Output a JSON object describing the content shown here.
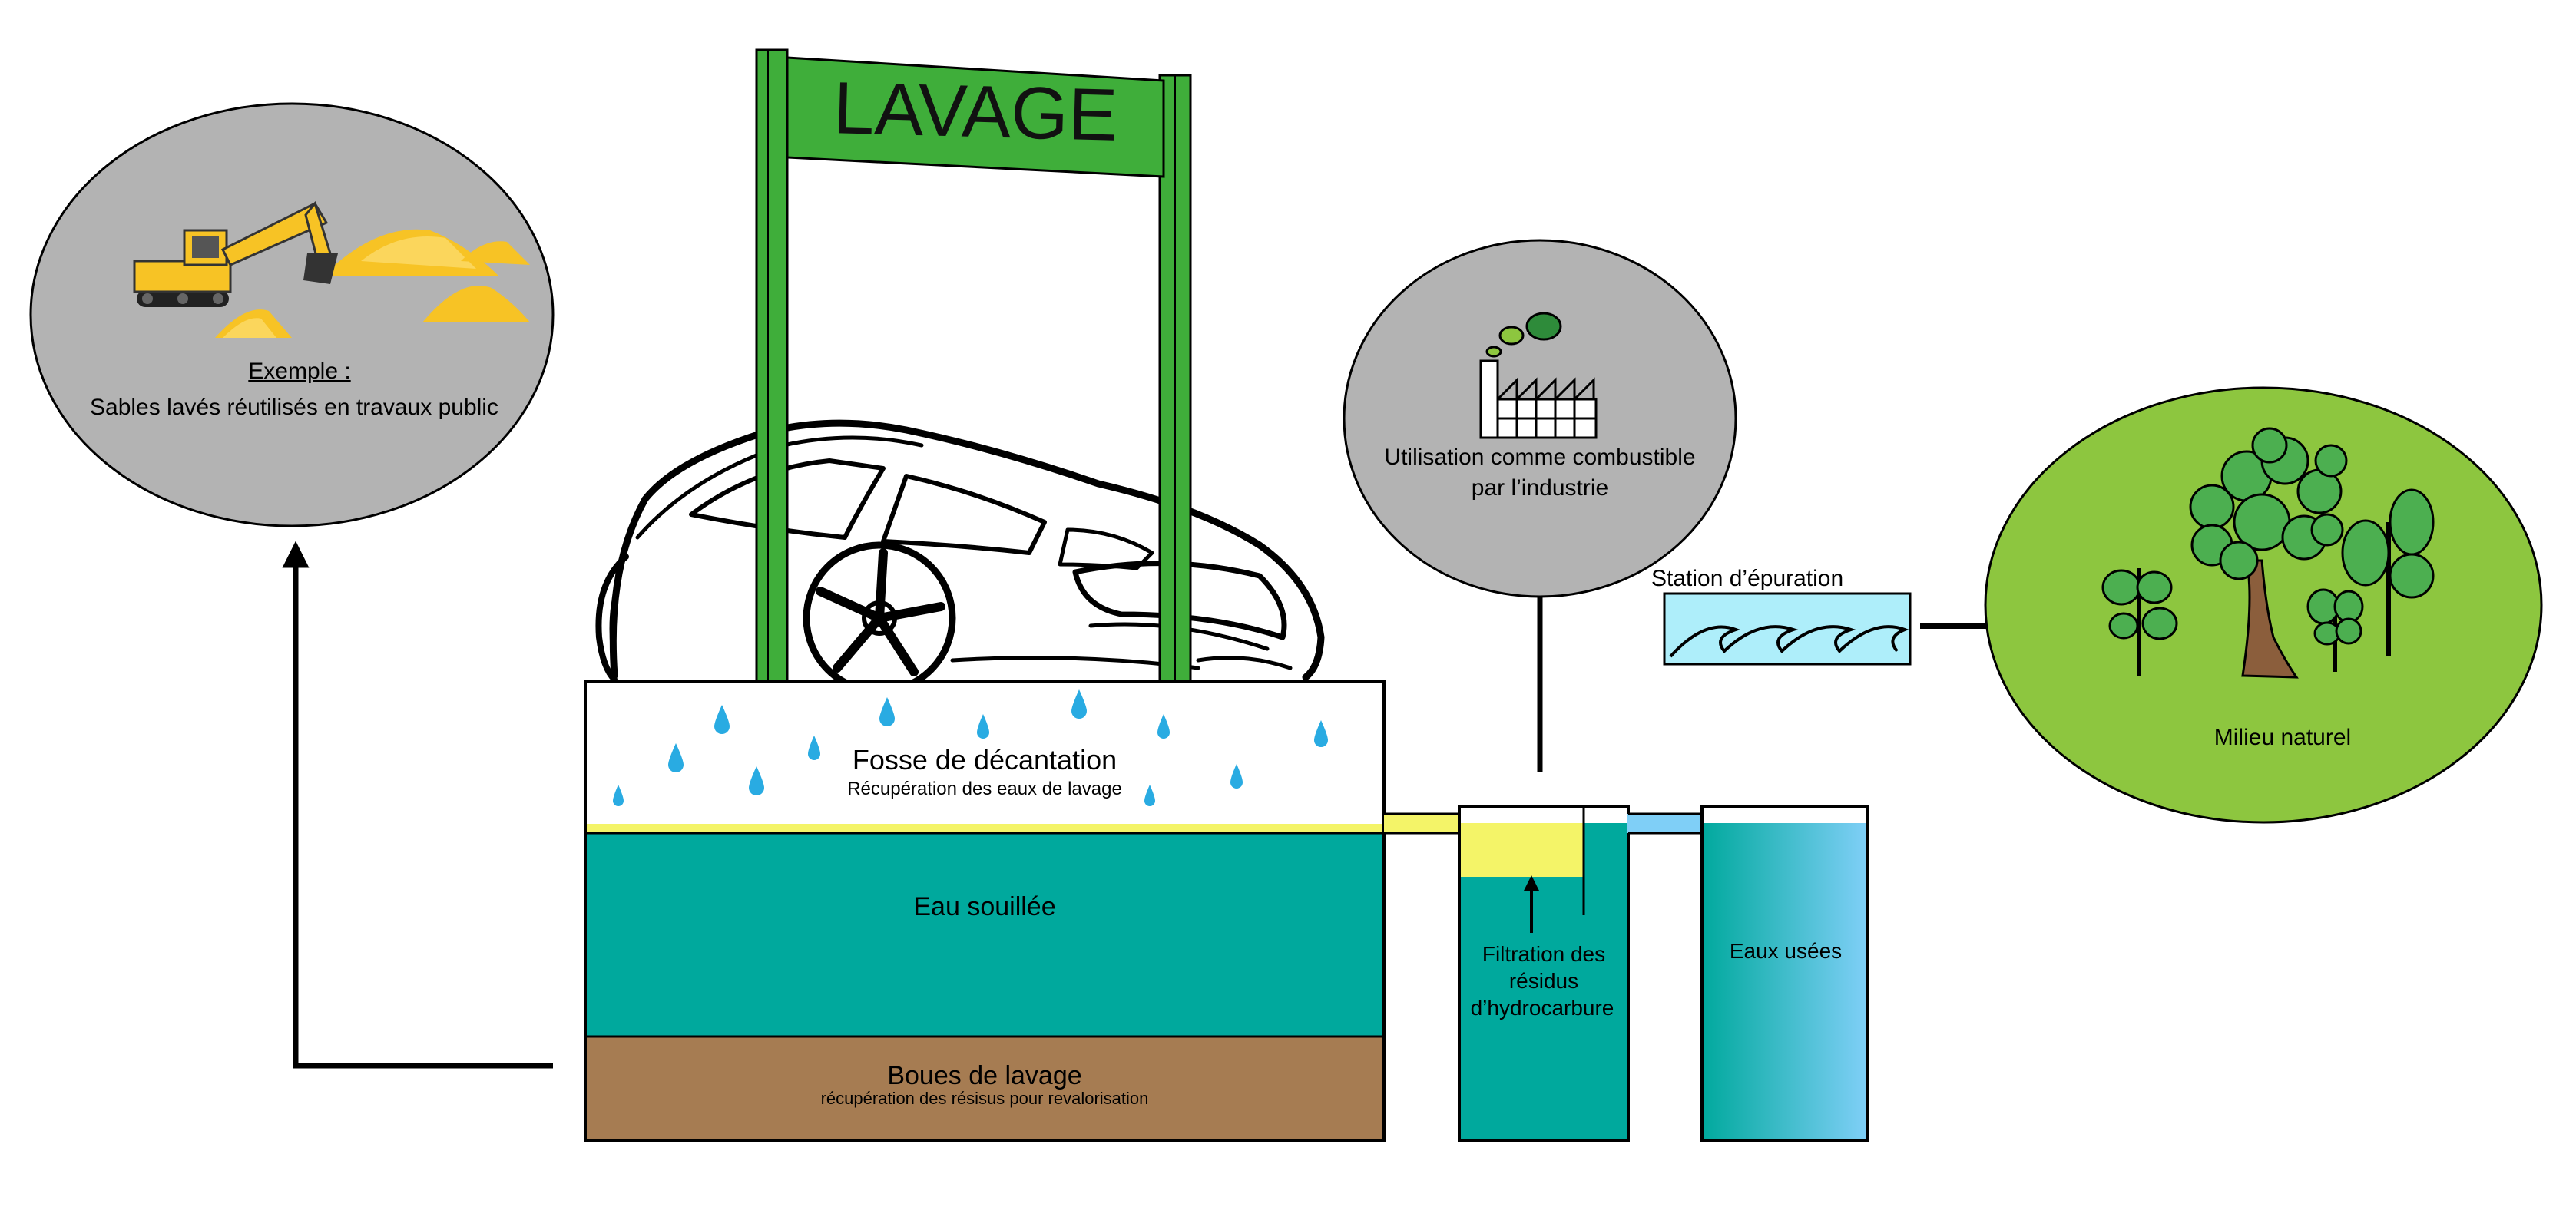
{
  "sign": {
    "title": "LAVAGE"
  },
  "left_bubble": {
    "example_label": "Exemple :",
    "text": "Sables lavés réutilisés en travaux public"
  },
  "factory_bubble": {
    "line1": "Utilisation comme combustible",
    "line2": "par l’industrie"
  },
  "station": {
    "label": "Station d’épuration"
  },
  "nature_bubble": {
    "label": "Milieu naturel"
  },
  "tank": {
    "title": "Fosse de décantation",
    "subtitle": "Récupération des eaux de lavage",
    "water_label": "Eau souillée",
    "sludge_title": "Boues de lavage",
    "sludge_subtitle": "récupération des résisus pour revalorisation"
  },
  "separator": {
    "line1": "Filtration des",
    "line2": "résidus",
    "line3": "d’hydrocarbure"
  },
  "wastewater": {
    "label": "Eaux usées"
  },
  "colors": {
    "sign_green": "#3fae3a",
    "water_teal": "#00a99d",
    "sludge_brown": "#a67c52",
    "oil_yellow": "#f4f468",
    "bubble_gray": "#b3b3b3",
    "nature_green": "#8dc63f",
    "sand_yellow": "#f7c325",
    "station_blue": "#aeeefa",
    "wastewater_blue": "#7fcff7"
  },
  "icons": [
    "excavator-icon",
    "factory-icon",
    "car-icon",
    "tree-icon",
    "water-drop-icon",
    "wave-icon",
    "arrow-icon"
  ]
}
